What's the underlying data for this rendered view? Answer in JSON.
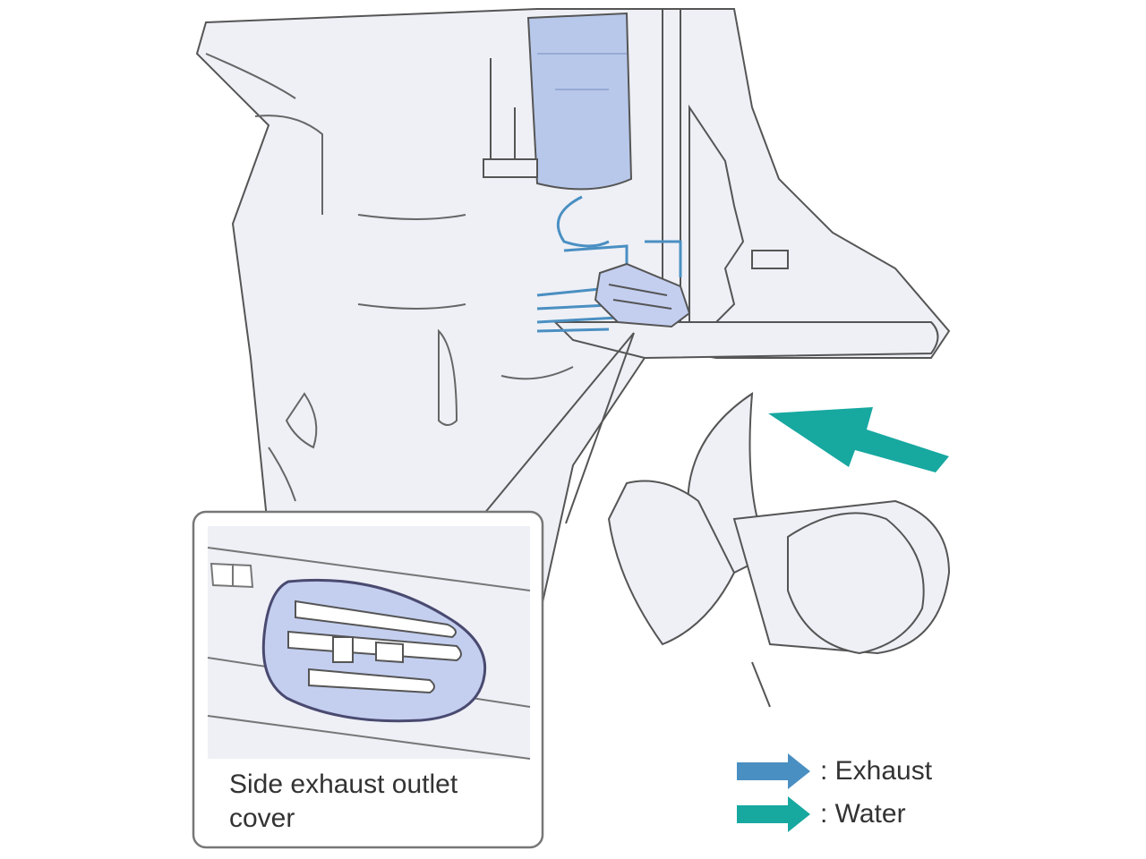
{
  "inset": {
    "caption_line1": "Side exhaust outlet",
    "caption_line2": "cover"
  },
  "legend": {
    "items": [
      {
        "label": ": Exhaust",
        "color": "#4a8fc2",
        "icon": "exhaust-arrow-icon"
      },
      {
        "label": ": Water",
        "color": "#17a8a0",
        "icon": "water-arrow-icon"
      }
    ]
  },
  "colors": {
    "line": "#444444",
    "housing_fill": "#eef0f6",
    "exhaust_pipe": "#b8c8ea",
    "outlet_cover": "#c4cff0",
    "exhaust": "#4a8fc2",
    "water": "#17a8a0"
  }
}
